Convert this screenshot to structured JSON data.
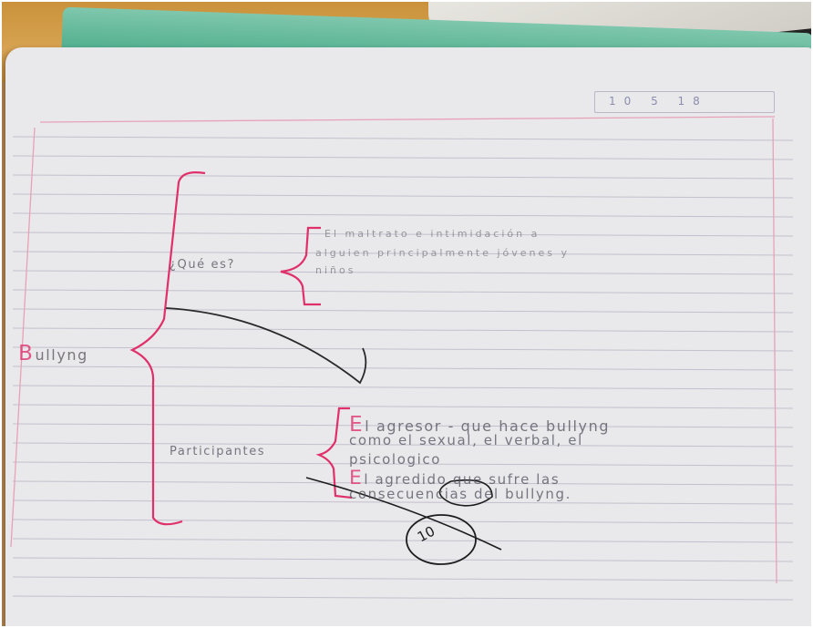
{
  "photo": {
    "subject": "handwritten notebook page",
    "colors": {
      "paper": "#e9e8ea",
      "rule_line": "#bcb6c8",
      "margin_line": "#e7a2b8",
      "pink_ink": "#e0306a",
      "pencil": "#555562",
      "black_ink": "#1d1d1d"
    }
  },
  "date": "10 5 18",
  "mind_map": {
    "root": {
      "first": "B",
      "rest": "ullyng"
    },
    "branch_1": {
      "label": "¿Qué es?",
      "lines": [
        "El maltrato e intimidación a",
        "alguien principalmente jóvenes y",
        "niños"
      ]
    },
    "branch_2": {
      "label": "Participantes",
      "lines": [
        {
          "first": "E",
          "rest": "l agresor - que hace bullyng"
        },
        {
          "first": "",
          "rest": "como el sexual, el verbal, el"
        },
        {
          "first": "",
          "rest": "psicologico"
        },
        {
          "first": "E",
          "rest": "l agredido que sufre las"
        },
        {
          "first": "",
          "rest": "consecuencias del bullyng."
        }
      ]
    }
  },
  "grade": "10"
}
